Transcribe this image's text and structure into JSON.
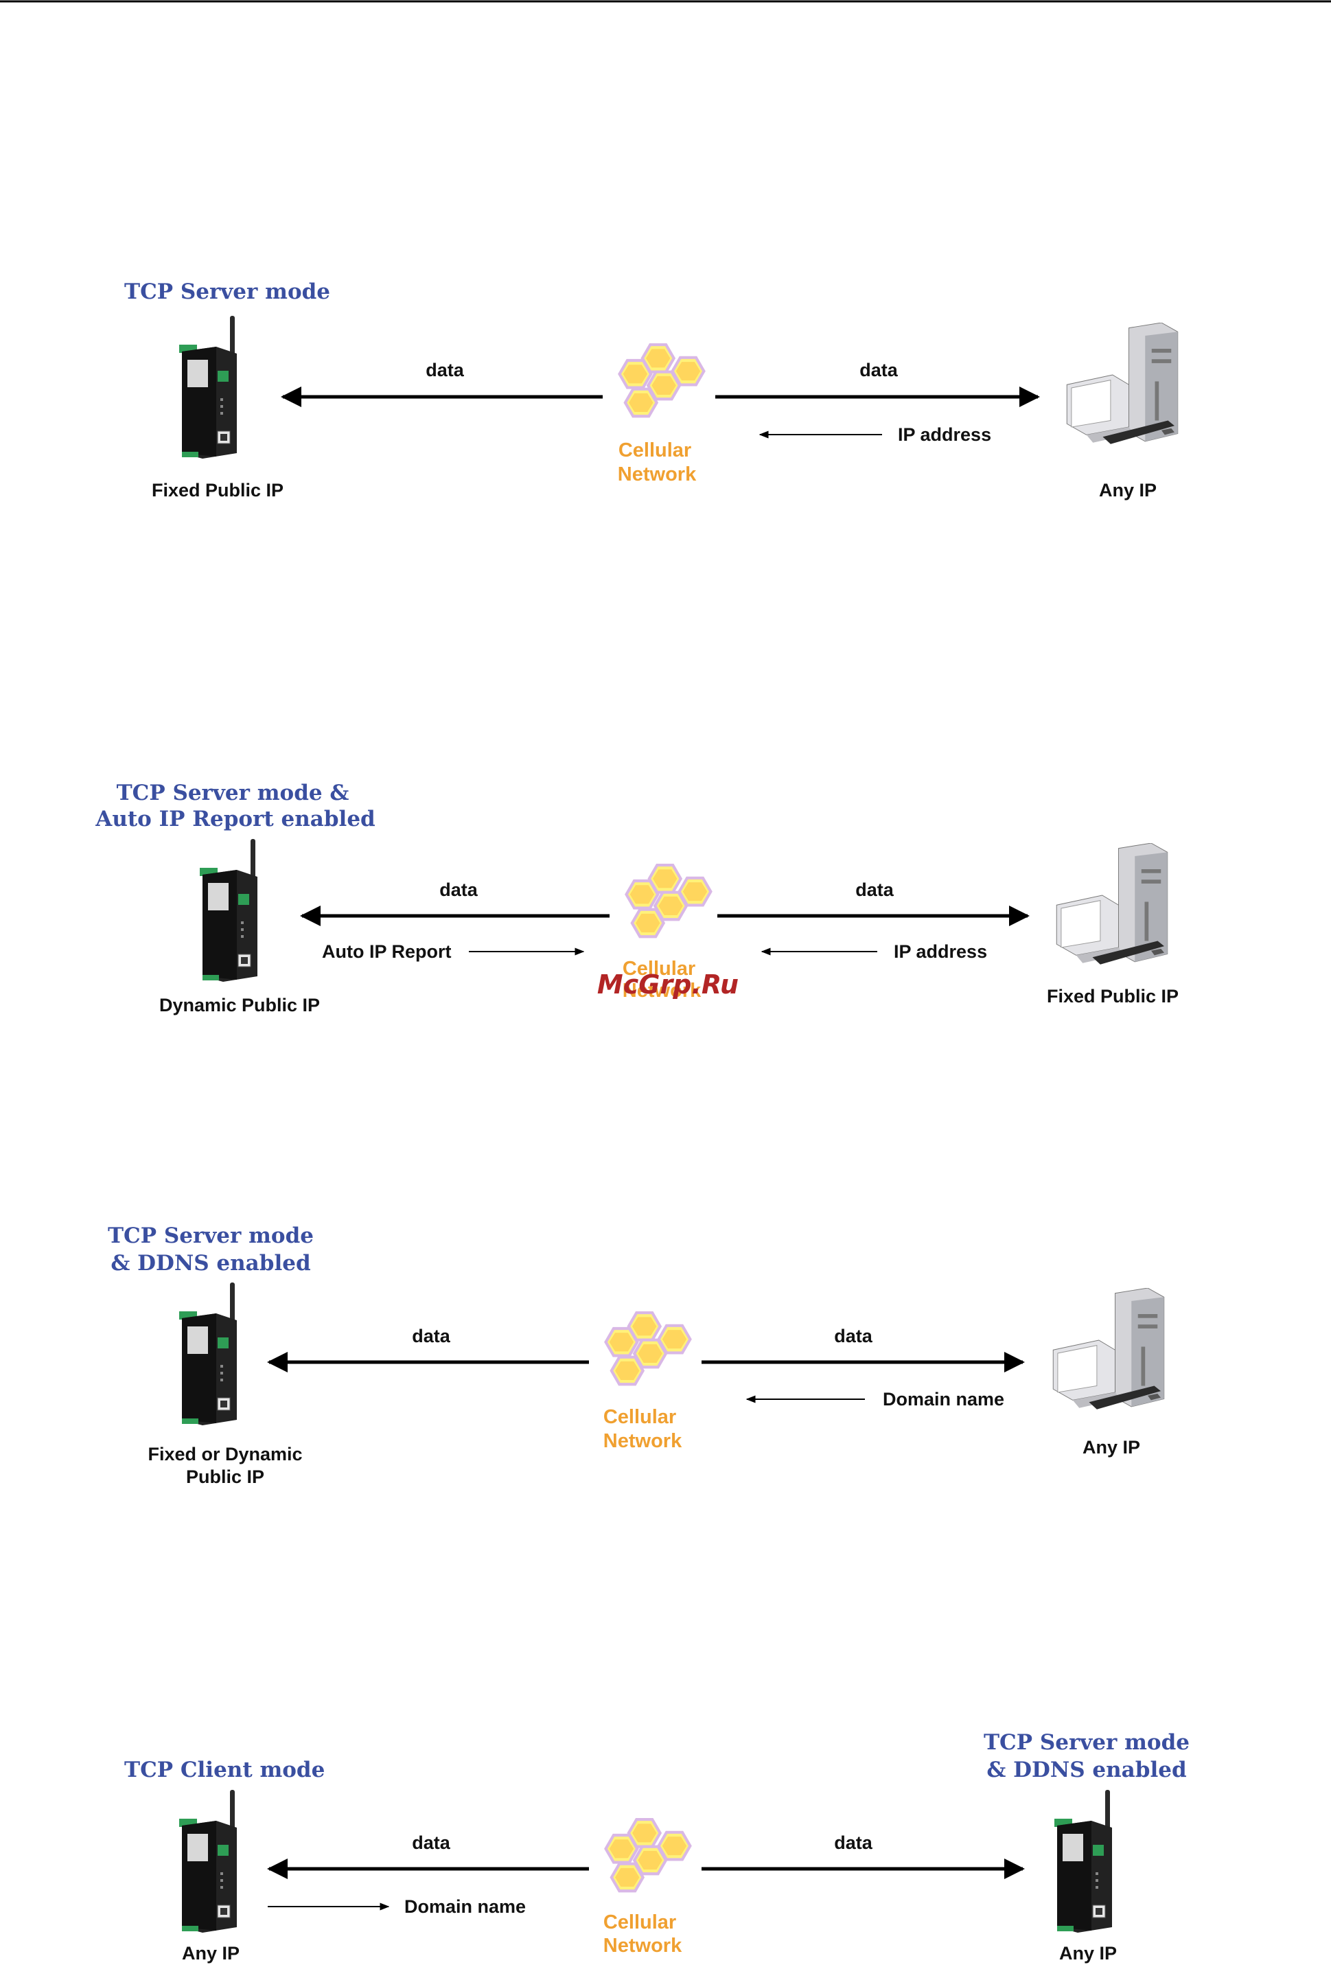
{
  "watermark": "McGrp.Ru",
  "diagrams": [
    {
      "title": [
        "TCP Server mode"
      ],
      "left_label": [
        "Fixed Public IP"
      ],
      "right_label": [
        "Any IP"
      ],
      "network_label": [
        "Cellular",
        "Network"
      ],
      "left_data": "data",
      "right_data": "data",
      "right_lower": "IP address",
      "left_lower": ""
    },
    {
      "title": [
        "TCP Server mode &",
        "Auto IP Report enabled"
      ],
      "left_label": [
        "Dynamic Public IP"
      ],
      "right_label": [
        "Fixed Public IP"
      ],
      "network_label": [
        "Cellular",
        "Network"
      ],
      "left_data": "data",
      "right_data": "data",
      "right_lower": "IP address",
      "left_lower": "Auto IP Report"
    },
    {
      "title": [
        "TCP Server mode",
        "& DDNS enabled"
      ],
      "left_label": [
        "Fixed or Dynamic",
        "Public IP"
      ],
      "right_label": [
        "Any IP"
      ],
      "network_label": [
        "Cellular",
        "Network"
      ],
      "left_data": "data",
      "right_data": "data",
      "right_lower": "Domain name",
      "left_lower": ""
    },
    {
      "title": [
        "TCP Client mode"
      ],
      "right_title": [
        "TCP Server mode",
        "& DDNS enabled"
      ],
      "left_label": [
        "Any IP"
      ],
      "right_label": [
        "Any IP"
      ],
      "network_label": [
        "Cellular",
        "Network"
      ],
      "left_data": "data",
      "right_data": "data",
      "right_lower": "",
      "left_lower": "Domain name"
    }
  ]
}
